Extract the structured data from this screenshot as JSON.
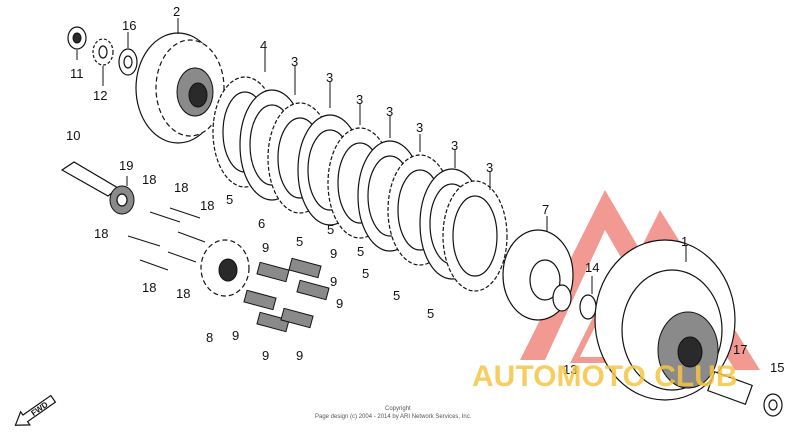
{
  "callouts": {
    "c1": "1",
    "c2": "2",
    "c3a": "3",
    "c3b": "3",
    "c3c": "3",
    "c3d": "3",
    "c3e": "3",
    "c3f": "3",
    "c3g": "3",
    "c4": "4",
    "c5a": "5",
    "c5b": "5",
    "c5c": "5",
    "c5d": "5",
    "c5e": "5",
    "c5f": "5",
    "c6": "6",
    "c7": "7",
    "c8": "8",
    "c9a": "9",
    "c9b": "9",
    "c9c": "9",
    "c9d": "9",
    "c9e": "9",
    "c9f": "9",
    "c9g": "9",
    "c10": "10",
    "c11": "11",
    "c12": "12",
    "c13": "13",
    "c14": "14",
    "c15": "15",
    "c16": "16",
    "c17": "17",
    "c18a": "18",
    "c18b": "18",
    "c18c": "18",
    "c18d": "18",
    "c18e": "18",
    "c18f": "18",
    "c19": "19"
  },
  "fwd_label": "FWD",
  "copyright": {
    "line1": "Copyright",
    "line2": "Page design (c) 2004 - 2014 by ARI Network Services, Inc."
  },
  "watermark": {
    "text": "AUTOMOTO CLUB",
    "color": "#f5c542",
    "mark_color": "#e8463a"
  },
  "colors": {
    "ink": "#111111",
    "background": "#ffffff"
  }
}
